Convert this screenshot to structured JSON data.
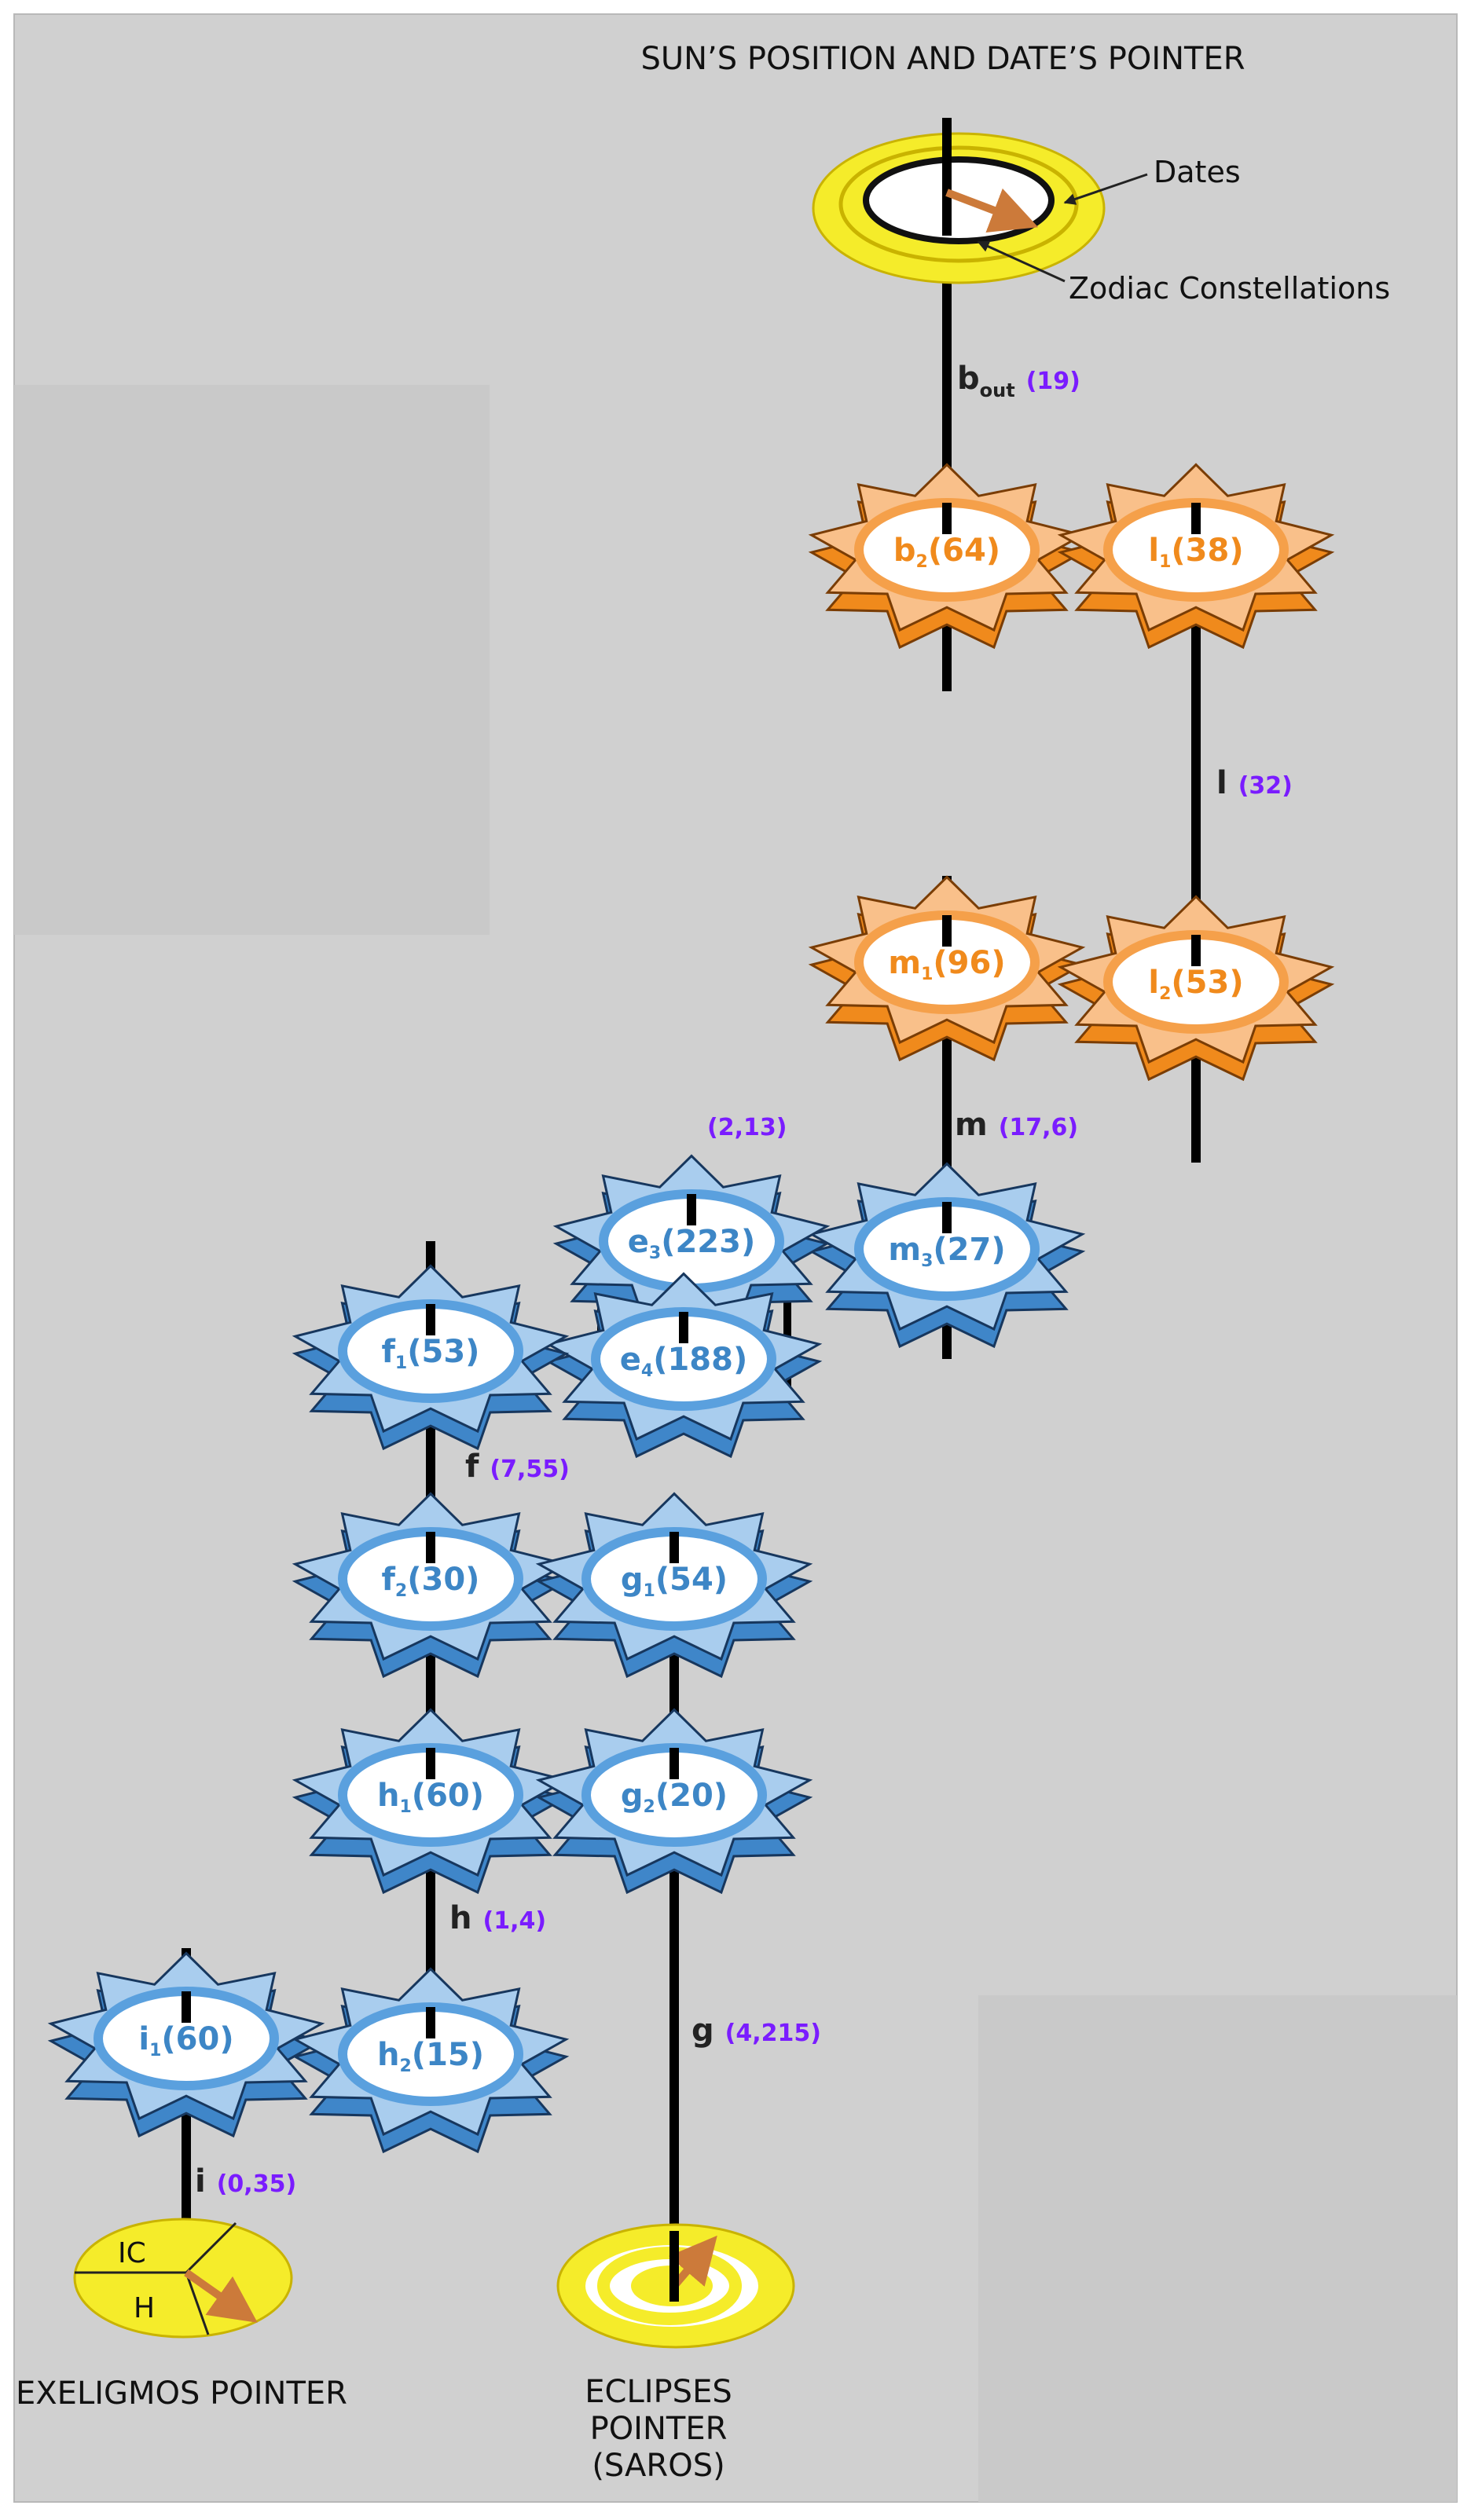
{
  "title": "SUN’S POSITION AND DATE’S POINTER",
  "sun_dial": {
    "dates_label": "Dates",
    "zodiac_label": "Zodiac Constellations"
  },
  "exeligmos": {
    "caption": "EXELIGMOS POINTER",
    "sector_ic": "IC",
    "sector_h": "H"
  },
  "eclipses": {
    "caption_lines": [
      "ECLIPSES",
      "POINTER",
      "(SAROS)"
    ]
  },
  "colors": {
    "orange_gear": "#f59e2f",
    "blue_gear": "#5ea3dc",
    "dial_yellow": "#f5ec2a",
    "shaft_value": "#7a1cff",
    "background": "#d0d0d0"
  },
  "gears": [
    {
      "id": "b2",
      "letter": "b",
      "sub": "2",
      "teeth": "64",
      "color": "orange"
    },
    {
      "id": "l1",
      "letter": "l",
      "sub": "1",
      "teeth": "38",
      "color": "orange"
    },
    {
      "id": "m1",
      "letter": "m",
      "sub": "1",
      "teeth": "96",
      "color": "orange"
    },
    {
      "id": "l2",
      "letter": "l",
      "sub": "2",
      "teeth": "53",
      "color": "orange"
    },
    {
      "id": "m3",
      "letter": "m",
      "sub": "3",
      "teeth": "27",
      "color": "blue"
    },
    {
      "id": "e3",
      "letter": "e",
      "sub": "3",
      "teeth": "223",
      "color": "blue"
    },
    {
      "id": "e4",
      "letter": "e",
      "sub": "4",
      "teeth": "188",
      "color": "blue"
    },
    {
      "id": "f1",
      "letter": "f",
      "sub": "1",
      "teeth": "53",
      "color": "blue"
    },
    {
      "id": "f2",
      "letter": "f",
      "sub": "2",
      "teeth": "30",
      "color": "blue"
    },
    {
      "id": "g1",
      "letter": "g",
      "sub": "1",
      "teeth": "54",
      "color": "blue"
    },
    {
      "id": "h1",
      "letter": "h",
      "sub": "1",
      "teeth": "60",
      "color": "blue"
    },
    {
      "id": "g2",
      "letter": "g",
      "sub": "2",
      "teeth": "20",
      "color": "blue"
    },
    {
      "id": "i1",
      "letter": "i",
      "sub": "1",
      "teeth": "60",
      "color": "blue"
    },
    {
      "id": "h2",
      "letter": "h",
      "sub": "2",
      "teeth": "15",
      "color": "blue"
    }
  ],
  "shafts": [
    {
      "id": "bout",
      "name": "b",
      "sub": "out",
      "value": "(19)"
    },
    {
      "id": "l",
      "name": "l",
      "sub": "",
      "value": "(32)"
    },
    {
      "id": "m",
      "name": "m",
      "sub": "",
      "value": "(17,6)"
    },
    {
      "id": "e",
      "name": "",
      "sub": "",
      "value": "(2,13)"
    },
    {
      "id": "f",
      "name": "f",
      "sub": "",
      "value": "(7,55)"
    },
    {
      "id": "h",
      "name": "h",
      "sub": "",
      "value": "(1,4)"
    },
    {
      "id": "g",
      "name": "g",
      "sub": "",
      "value": "(4,215)"
    },
    {
      "id": "i",
      "name": "i",
      "sub": "",
      "value": "(0,35)"
    }
  ]
}
